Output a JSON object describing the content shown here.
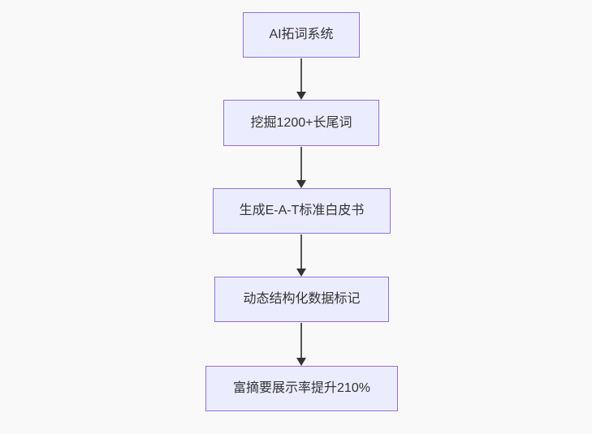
{
  "diagram": {
    "type": "flowchart",
    "direction": "top-down",
    "colors": {
      "background": "#f9f9f9",
      "node_fill": "#ececff",
      "node_border": "#9370db",
      "node_text": "#333333",
      "edge_line": "#555555",
      "arrowhead": "#333333"
    },
    "nodes": [
      {
        "id": "n1",
        "label": "AI拓词系统"
      },
      {
        "id": "n2",
        "label": "挖掘1200+长尾词"
      },
      {
        "id": "n3",
        "label": "生成E-A-T标准白皮书"
      },
      {
        "id": "n4",
        "label": "动态结构化数据标记"
      },
      {
        "id": "n5",
        "label": "富摘要展示率提升210%"
      }
    ],
    "edges": [
      {
        "from": "n1",
        "to": "n2"
      },
      {
        "from": "n2",
        "to": "n3"
      },
      {
        "from": "n3",
        "to": "n4"
      },
      {
        "from": "n4",
        "to": "n5"
      }
    ]
  }
}
